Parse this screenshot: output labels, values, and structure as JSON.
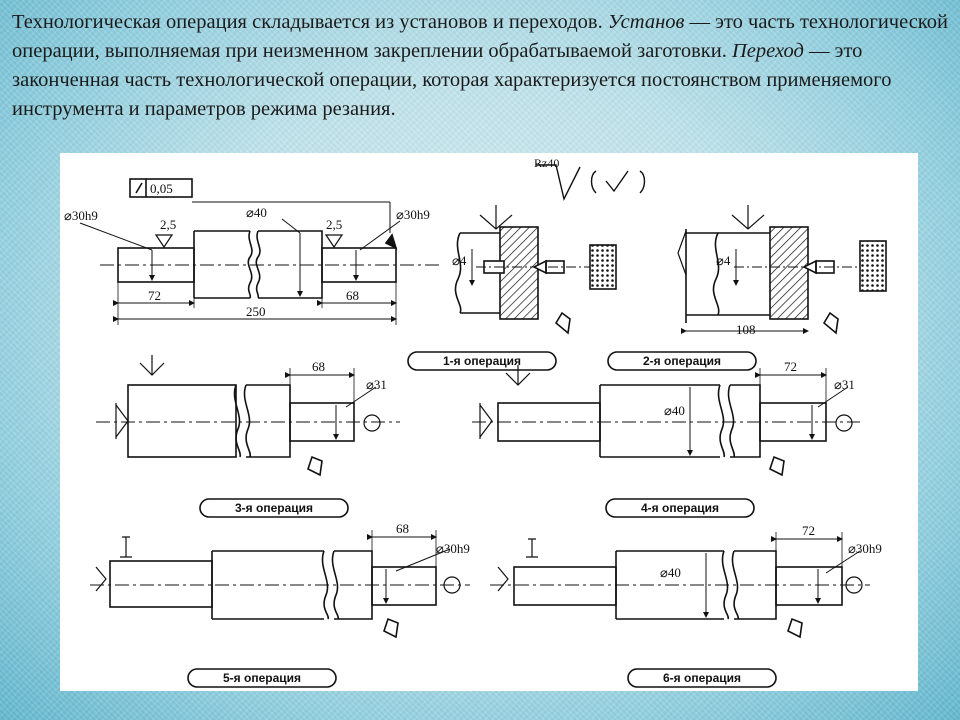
{
  "intro": {
    "sentence1": "Технологическая операция складывается из установов и переходов.",
    "term1": "Установ",
    "def1": "— это часть технологической операции, выполняемая при неизменном закреплении обрабатываемой заготовки.",
    "term2": "Переход",
    "def2": "— это законченная часть технологической операции, которая характеризуется постоянством применяемого инструмента и параметров режима резания."
  },
  "diagram": {
    "part": {
      "tolerance": "0,05",
      "dia_left": "⌀30h9",
      "dia_right": "⌀30h9",
      "dia_mid": "⌀40",
      "chamfer_left": "2,5",
      "chamfer_right": "2,5",
      "len_left": "72",
      "len_right": "68",
      "len_total": "250"
    },
    "roughness": "Rz40",
    "op1": {
      "label": "1-я операция",
      "dim": "⌀4"
    },
    "op2": {
      "label": "2-я операция",
      "dim": "⌀4",
      "length": "108"
    },
    "op3": {
      "label": "3-я операция",
      "length": "68",
      "dia": "⌀31"
    },
    "op4": {
      "label": "4-я операция",
      "length": "72",
      "dia": "⌀31",
      "dia_mid": "⌀40"
    },
    "op5": {
      "label": "5-я операция",
      "length": "68",
      "dia": "⌀30h9"
    },
    "op6": {
      "label": "6-я операция",
      "length": "72",
      "dia": "⌀30h9",
      "dia_mid": "⌀40"
    }
  }
}
